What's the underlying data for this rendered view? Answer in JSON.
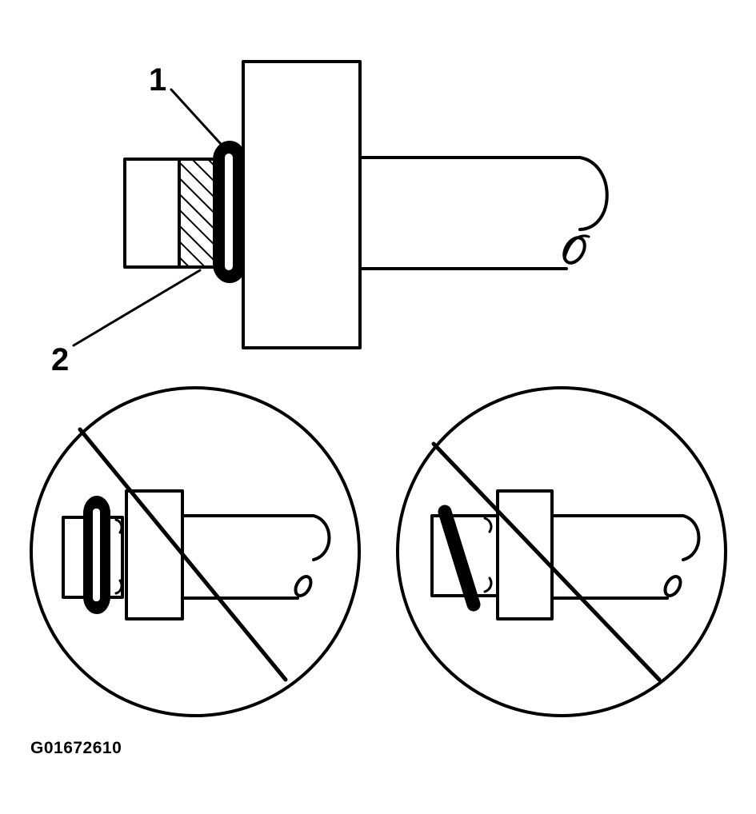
{
  "callouts": {
    "label_1": "1",
    "label_2": "2"
  },
  "figure_code": "G01672610",
  "colors": {
    "ink": "#000000",
    "paper": "#ffffff"
  }
}
